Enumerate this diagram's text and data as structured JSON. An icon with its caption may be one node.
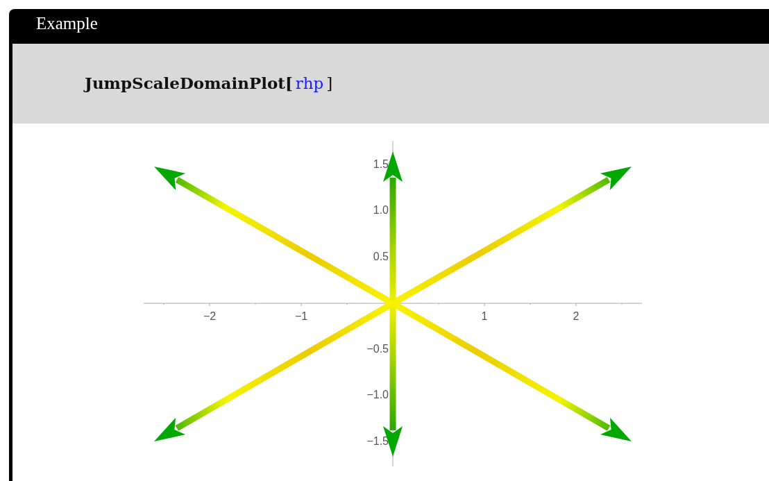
{
  "diagram": {
    "labels": [
      "Example",
      "JumpScaleDomainPlot[",
      "rhp",
      "]",
      "1.5",
      "1.0",
      "0.5",
      "−2",
      "−1",
      "1",
      "2",
      "−0.5",
      "−1.0",
      "−1.5"
    ]
  }
}
